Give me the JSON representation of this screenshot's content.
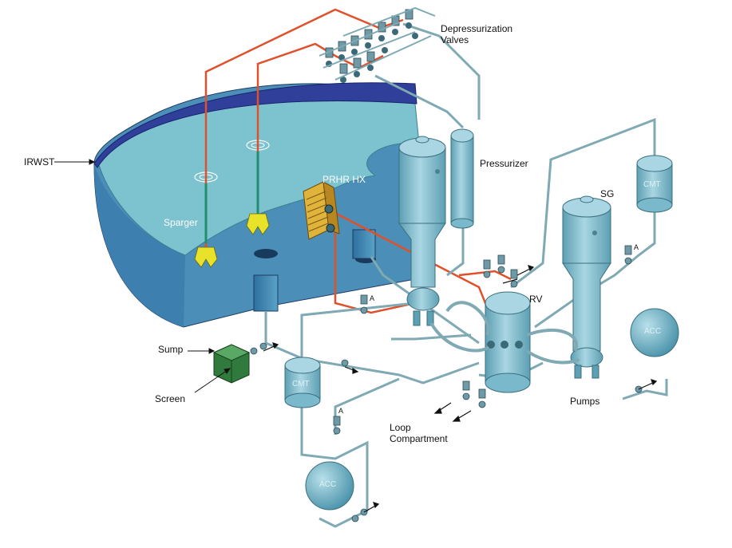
{
  "diagram": {
    "labels": {
      "depressurization_line1": "Depressurization",
      "depressurization_line2": "Valves",
      "pressurizer": "Pressurizer",
      "irwst": "IRWST",
      "prhr_hx": "PRHR HX",
      "sparger": "Sparger",
      "sg": "SG",
      "rv": "RV",
      "sump": "Sump",
      "screen": "Screen",
      "pumps": "Pumps",
      "loop_line1": "Loop",
      "loop_line2": "Compartment",
      "cmt_right": "CMT",
      "cmt_left": "CMT",
      "acc_right": "ACC",
      "acc_bottom": "ACC",
      "valve_a1": "A",
      "valve_a2": "A",
      "valve_a3": "A"
    },
    "colors": {
      "pool_water": "#6fb6c4",
      "pool_rim": "#2f3f9a",
      "tank_wall": "#4b92b8",
      "steam_line": "#e0502a",
      "pipe": "#7fa9b3",
      "component": "#79b9cb",
      "hx_body": "#e0b33b",
      "sparger": "#e8e22a",
      "screen": "#2f7a3c"
    }
  }
}
